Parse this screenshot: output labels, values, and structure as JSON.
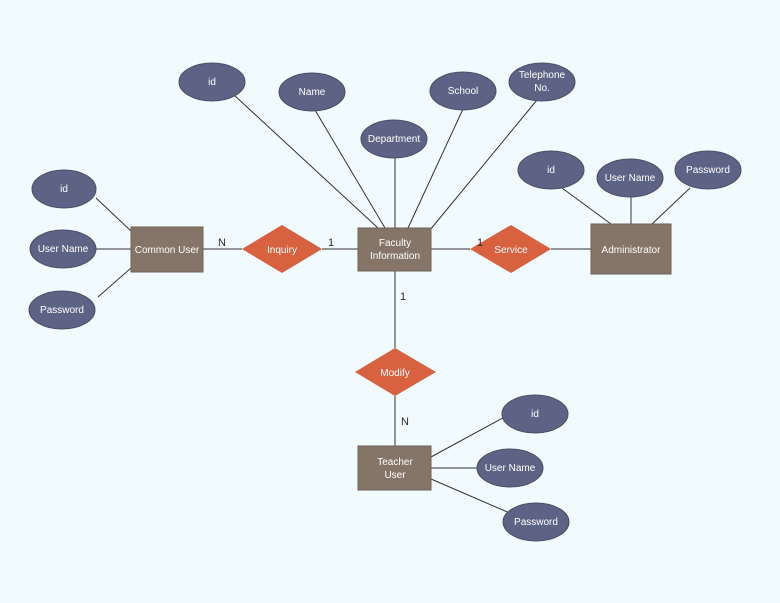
{
  "colors": {
    "background": "#f1fafc",
    "attribute_fill": "#5d6384",
    "entity_fill": "#857569",
    "relationship_fill": "#d8613f",
    "line": "#333333"
  },
  "entities": {
    "common_user": "Common User",
    "faculty_info": [
      "Faculty",
      "Information"
    ],
    "administrator": "Administrator",
    "teacher_user": [
      "Teacher",
      "User"
    ]
  },
  "relationships": {
    "inquiry": "Inquiry",
    "service": "Service",
    "modify": "Modify"
  },
  "attributes": {
    "common_user": [
      "id",
      "User Name",
      "Password"
    ],
    "faculty_info": [
      "id",
      "Name",
      "Department",
      "School",
      [
        "Telephone",
        "No."
      ]
    ],
    "administrator": [
      "id",
      "User Name",
      "Password"
    ],
    "teacher_user": [
      "id",
      "User Name",
      "Password"
    ]
  },
  "cardinalities": {
    "common_user_inquiry": "N",
    "inquiry_faculty": "1",
    "faculty_service": "1",
    "faculty_modify": "1",
    "modify_teacher": "N"
  }
}
